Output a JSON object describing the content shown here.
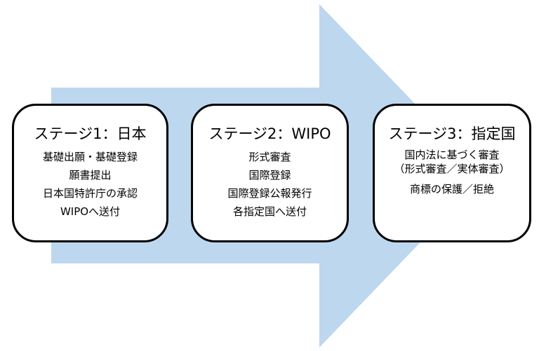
{
  "diagram": {
    "arrow_color": "#bdd7ee",
    "stages": [
      {
        "title": "ステージ1：日本",
        "items": [
          "基礎出願・基礎登録",
          "願書提出",
          "日本国特許庁の承認",
          "WIPOへ送付"
        ]
      },
      {
        "title": "ステージ2：WIPO",
        "items": [
          "形式審査",
          "国際登録",
          "国際登録公報発行",
          "各指定国へ送付"
        ]
      },
      {
        "title": "ステージ3：指定国",
        "items": [
          "国内法に基づく審査",
          "（形式審査／実体審査）",
          "商標の保護／拒絶"
        ]
      }
    ]
  }
}
